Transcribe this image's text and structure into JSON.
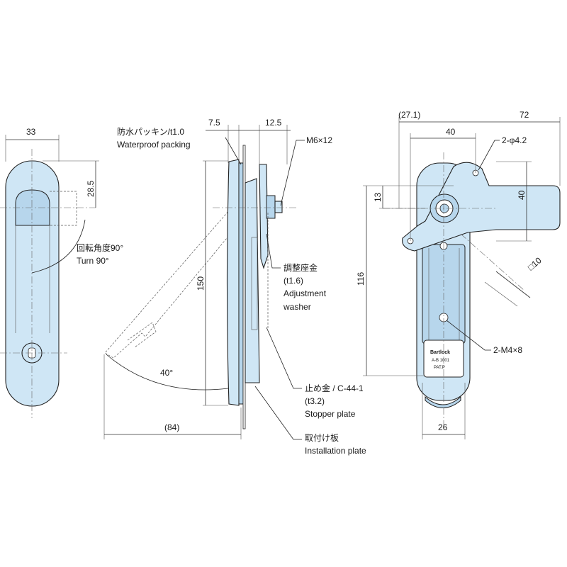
{
  "dimensions": {
    "front_width": "33",
    "front_offset": "28.5",
    "side_gap_a": "7.5",
    "side_gap_b": "12.5",
    "side_height": "150",
    "side_reach": "(84)",
    "side_angle": "40°",
    "rear_overall": "72",
    "rear_ref": "(27.1)",
    "rear_40_top": "40",
    "rear_13": "13",
    "rear_40_side": "40",
    "rear_116": "116",
    "rear_sq10": "□10",
    "rear_26": "26"
  },
  "callouts": {
    "rotation_jp": "回転角度90°",
    "rotation_en": "Turn 90°",
    "packing_jp": "防水パッキン/t1.0",
    "packing_en": "Waterproof packing",
    "bolt": "M6×12",
    "washer_jp": "調整座金",
    "washer_t": "(t1.6)",
    "washer_en1": "Adjustment",
    "washer_en2": "washer",
    "stopper_jp": "止め金 / C-44-1",
    "stopper_t": "(t3.2)",
    "stopper_en": "Stopper plate",
    "install_jp": "取付け板",
    "install_en": "Installation plate",
    "holes": "2-φ4.2",
    "screws": "2-M4×8"
  },
  "label": {
    "line1": "Bartlock",
    "line2": "A-B 1001",
    "line3": "PAT.P"
  },
  "colors": {
    "part_fill": "#cfe6f5",
    "part_shade": "#b7d6ec",
    "line": "#222222"
  }
}
